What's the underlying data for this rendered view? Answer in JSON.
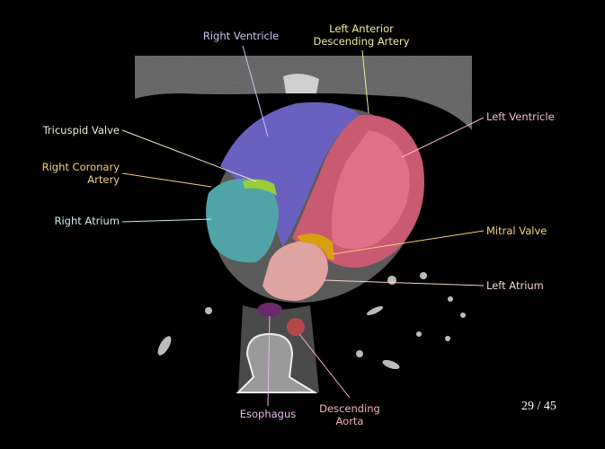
{
  "labels": {
    "right_ventricle": {
      "text": "Right Ventricle",
      "color": "#c9c3f2"
    },
    "lad": {
      "line1": "Left Anterior",
      "line2": "Descending Artery",
      "color": "#f2ea9e"
    },
    "left_ventricle": {
      "text": "Left Ventricle",
      "color": "#f5bccb"
    },
    "tricuspid_valve": {
      "text": "Tricuspid Valve",
      "color": "#e2f2cc"
    },
    "right_coronary_artery": {
      "line1": "Right Coronary",
      "line2": "Artery",
      "color": "#f2cd80"
    },
    "right_atrium": {
      "text": "Right Atrium",
      "color": "#cdeeee"
    },
    "mitral_valve": {
      "text": "Mitral Valve",
      "color": "#f2d47a"
    },
    "left_atrium": {
      "text": "Left Atrium",
      "color": "#f8d4cc"
    },
    "esophagus": {
      "text": "Esophagus",
      "color": "#eab8ea"
    },
    "descending_aorta": {
      "line1": "Descending",
      "line2": "Aorta",
      "color": "#f2b4bc"
    }
  },
  "pagination": {
    "current": "29",
    "separator": "/",
    "total": "45",
    "display": "29 / 45"
  }
}
